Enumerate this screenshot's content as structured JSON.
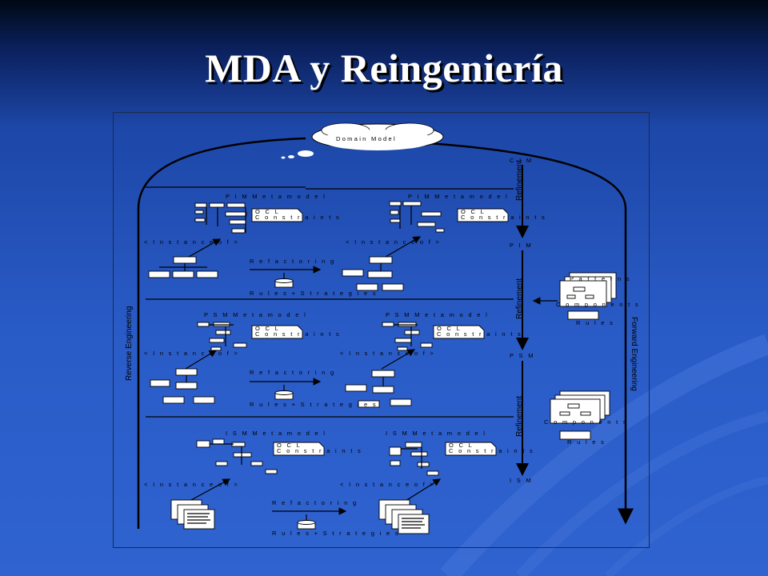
{
  "slide": {
    "title": "MDA y Reingeniería"
  },
  "diagram": {
    "domain_model": "Domain Model",
    "levels": [
      "C I M",
      "P I M",
      "P S M",
      "I S M"
    ],
    "refinement_labels": [
      "Refinement",
      "Refinement",
      "Refinement"
    ],
    "reverse_engineering": "Reverse Engineering",
    "forward_engineering": "Forward Engineering",
    "rows": [
      {
        "metamodel_left": "P I M   M e t a m o d e l",
        "metamodel_right": "P I M   M e t a m o d e l",
        "ocl_line1": "O C L",
        "ocl_line2": "C o n s t r a i n t s",
        "instance_of": "< I n s t a n c e   o f >",
        "refactoring": "R e f a c t o r i n g",
        "rules": "R u l e s   +   S t r a t e g i e s"
      },
      {
        "metamodel_left": "P S M   M e t a m o d e l",
        "metamodel_right": "P S M   M e t a m o d e l",
        "ocl_line1": "O C L",
        "ocl_line2": "C o n s t r a i n t s",
        "instance_of": "< I n s t a n c e   o f >",
        "refactoring": "R e f a c t o r i n g",
        "rules": "R u l e s   +   S t r a t e g i e s"
      },
      {
        "metamodel_left": "I S M   M e t a m o d e l",
        "metamodel_right": "I S M   M e t a m o d e l",
        "ocl_line1": "O C L",
        "ocl_line2": "C o n s t r a i n t s",
        "instance_of": "< I n s t a n c e   o f >",
        "refactoring": "R e f a c t o r i n g",
        "rules": "R u l e s   +   S t r a t e g i e s"
      }
    ],
    "side_stacks": [
      {
        "top_label": "P a t t e r n s",
        "mid_label": "C o m p o n e n t s",
        "bottom_label": "R u l e s"
      },
      {
        "mid_label": "C o m p o n e n t s",
        "bottom_label": "R u l e s"
      }
    ]
  }
}
